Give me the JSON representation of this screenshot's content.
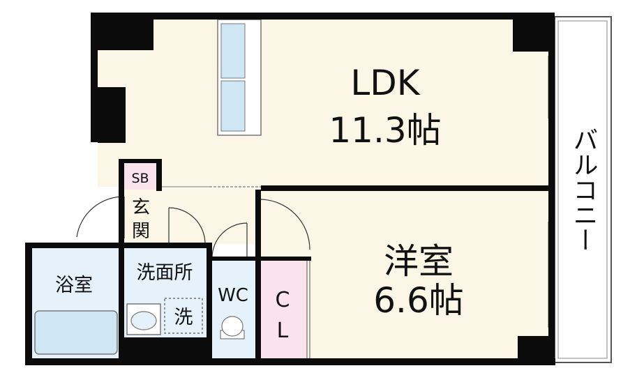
{
  "rooms": {
    "ldk": {
      "name": "LDK",
      "size": "11.3帖"
    },
    "western": {
      "name": "洋室",
      "size": "6.6帖"
    },
    "bath": {
      "name": "浴室"
    },
    "washroom": {
      "name": "洗面所"
    },
    "washer": {
      "name": "洗"
    },
    "toilet": {
      "name": "WC"
    },
    "closet": {
      "line1": "C",
      "line2": "L"
    },
    "entrance": {
      "line1": "玄",
      "line2": "関"
    },
    "shoebox": {
      "name": "SB"
    },
    "balcony": {
      "name": "バルコニー"
    }
  },
  "colors": {
    "floor": "#fbf6e6",
    "wet_area": "#e6f2fb",
    "closet": "#fbe3ee",
    "wall": "#0b0b0b",
    "fixture": "#cfe7f5"
  }
}
